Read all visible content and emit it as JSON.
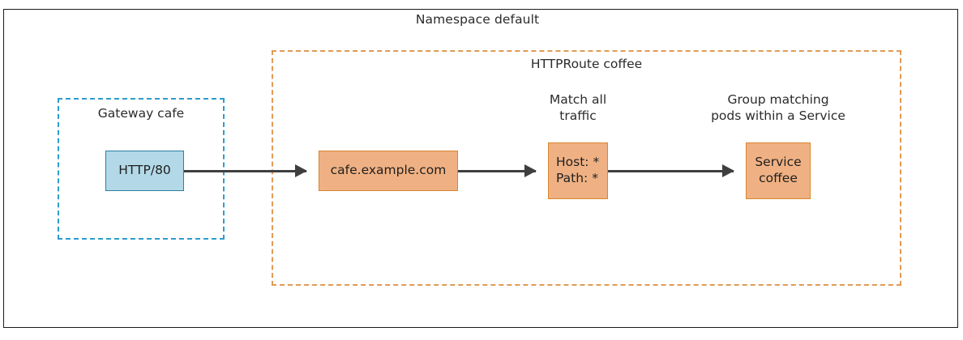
{
  "diagram": {
    "namespace": {
      "title": "Namespace default",
      "border_color": "#1a1a1a"
    },
    "gateway": {
      "title": "Gateway cafe",
      "border_color": "#2e9ccc",
      "listener": {
        "label": "HTTP/80",
        "fill": "#b3d9e8",
        "stroke": "#2b7fa3"
      }
    },
    "httproute": {
      "title": "HTTPRoute coffee",
      "border_color": "#e09b55",
      "hostname_node": {
        "label": "cafe.example.com",
        "fill": "#efb183",
        "stroke": "#d98530"
      },
      "match_node": {
        "label": "Host: *\nPath: *",
        "caption": "Match all\ntraffic",
        "fill": "#efb183",
        "stroke": "#d98530"
      },
      "backend_node": {
        "label": "Service\ncoffee",
        "caption": "Group matching\npods within a Service",
        "fill": "#efb183",
        "stroke": "#d98530"
      }
    },
    "edges": [
      {
        "name": "listener-to-hostname",
        "from": "HTTP/80",
        "to": "cafe.example.com",
        "color": "#3f3f3f"
      },
      {
        "name": "hostname-to-match",
        "from": "cafe.example.com",
        "to": "Host: * / Path: *",
        "color": "#3f3f3f"
      },
      {
        "name": "match-to-backend",
        "from": "Host: * / Path: *",
        "to": "Service coffee",
        "color": "#3f3f3f"
      }
    ]
  }
}
